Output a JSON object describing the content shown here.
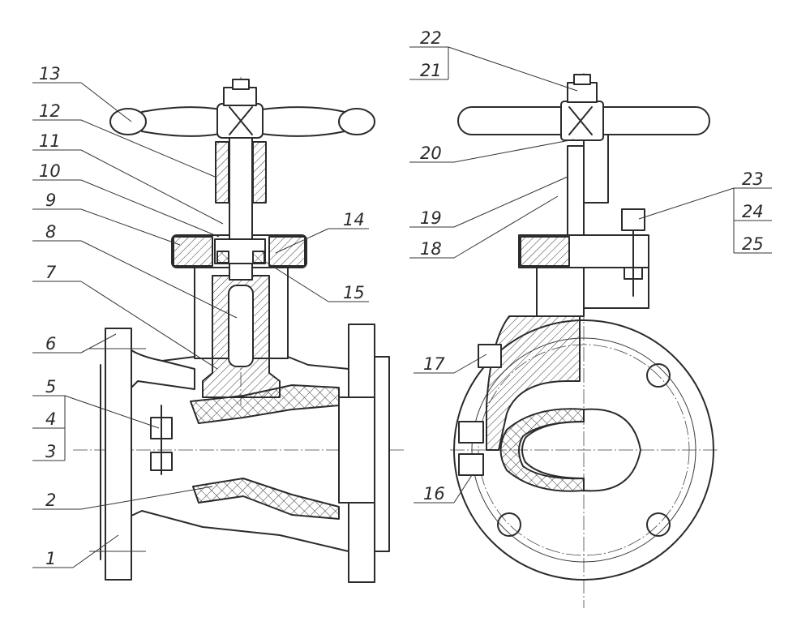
{
  "drawing": {
    "callouts": [
      "1",
      "2",
      "3",
      "4",
      "5",
      "6",
      "7",
      "8",
      "9",
      "10",
      "11",
      "12",
      "13",
      "14",
      "15",
      "16",
      "17",
      "18",
      "19",
      "20",
      "21",
      "22",
      "23",
      "24",
      "25"
    ],
    "line_color": "#2b2b2b",
    "background": "#ffffff"
  }
}
